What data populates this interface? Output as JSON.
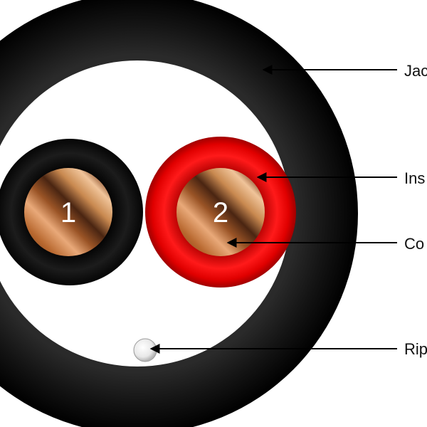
{
  "labels": {
    "jacket": "Jac",
    "insulation": "Ins",
    "conductor": "Co",
    "ripcord": "Rip"
  },
  "conductor_numbers": {
    "first": "1",
    "second": "2"
  },
  "colors": {
    "jacket": "#111111",
    "insulation_1": "#0d0d0d",
    "insulation_2": "#e00000",
    "copper_light": "#e4a46d",
    "copper_dark": "#4a2512",
    "ripcord": "#eeeeee",
    "arrow": "#000000"
  }
}
